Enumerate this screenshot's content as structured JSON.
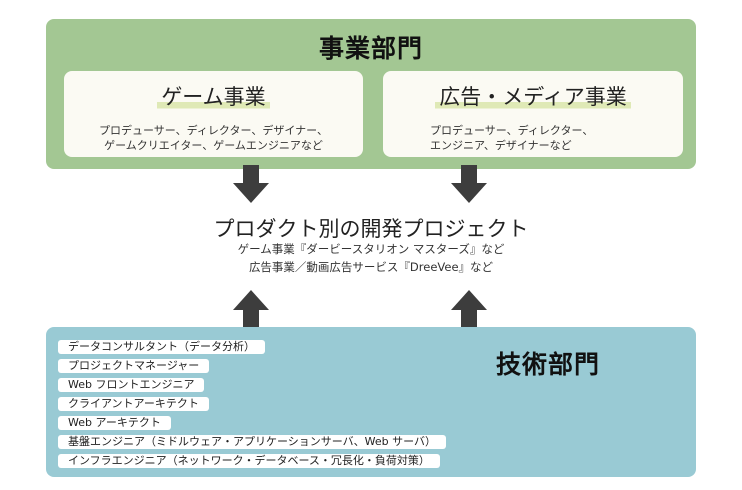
{
  "business": {
    "title": "事業部門",
    "game": {
      "title": "ゲーム事業",
      "desc_line1": "プロデューサー、ディレクター、デザイナー、",
      "desc_line2": "ゲームクリエイター、ゲームエンジニアなど"
    },
    "ad": {
      "title": "広告・メディア事業",
      "desc_line1": "プロデューサー、ディレクター、",
      "desc_line2": "エンジニア、デザイナーなど"
    }
  },
  "center": {
    "title": "プロダクト別の開発プロジェクト",
    "sub_line1": "ゲーム事業『ダービースタリオン マスターズ』など",
    "sub_line2": "広告事業／動画広告サービス『DreeVee』など"
  },
  "tech": {
    "title": "技術部門",
    "roles": [
      "データコンサルタント（データ分析）",
      "プロジェクトマネージャー",
      "Web フロントエンジニア",
      "クライアントアーキテクト",
      "Web アーキテクト",
      "基盤エンジニア（ミドルウェア・アプリケーションサーバ、Web サーバ）",
      "インフラエンジニア（ネットワーク・データベース・冗長化・負荷対策）"
    ]
  },
  "colors": {
    "business_bg": "#a3c793",
    "tech_bg": "#99cad4",
    "arrow": "#3d3d3d"
  }
}
